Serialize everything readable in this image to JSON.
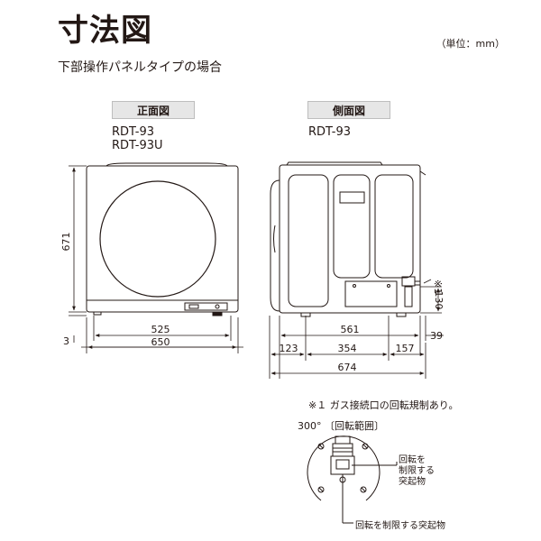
{
  "header": {
    "title": "寸法図",
    "unit": "（単位：mm）",
    "subtitle": "下部操作パネルタイプの場合"
  },
  "front_view": {
    "label": "正面図",
    "models": [
      "RDT-93",
      "RDT-93U"
    ],
    "dims": {
      "height": "671",
      "bottom": "3",
      "inner_width": "525",
      "width": "650"
    }
  },
  "side_view": {
    "label": "側面図",
    "model": "RDT-93",
    "dims": {
      "mark": "※1",
      "small_height": "130",
      "span": "561",
      "right_offset": "39",
      "left_offset": "123",
      "middle": "354",
      "right_segment": "157",
      "depth": "674"
    }
  },
  "detail": {
    "note": "※１ ガス接続口の回転規制あり。",
    "angle": "300°",
    "range": "〔回転範囲〕",
    "callout1": [
      "回転を",
      "制限する",
      "突起物"
    ],
    "callout2": "回転を制限する突起物"
  }
}
